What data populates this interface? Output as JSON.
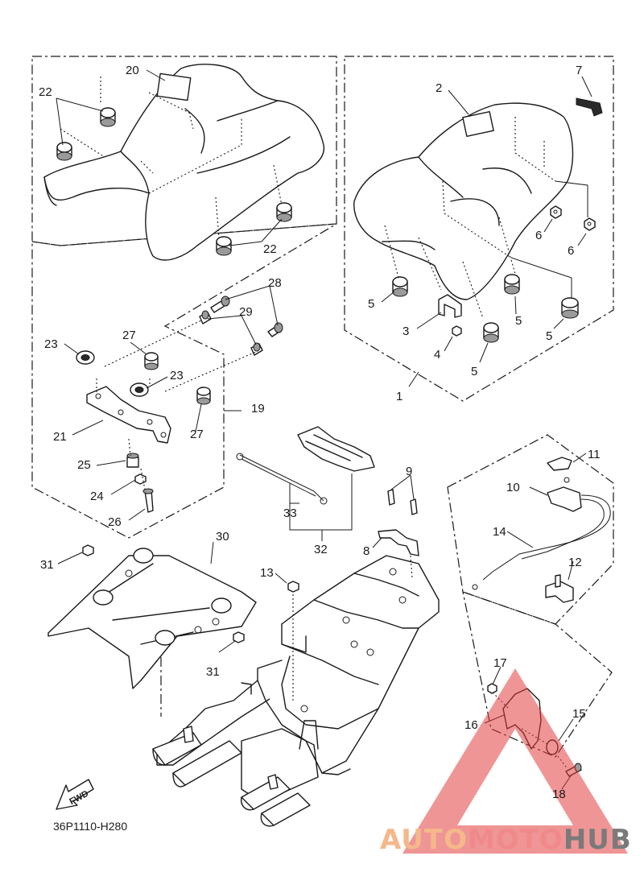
{
  "diagram": {
    "code": "36P1110-H280",
    "fwd_label": "FWD",
    "callouts": {
      "c1": "1",
      "c2": "2",
      "c3": "3",
      "c4": "4",
      "c5a": "5",
      "c5b": "5",
      "c5c": "5",
      "c5d": "5",
      "c6a": "6",
      "c6b": "6",
      "c7": "7",
      "c8": "8",
      "c9": "9",
      "c10": "10",
      "c11": "11",
      "c12": "12",
      "c13": "13",
      "c14": "14",
      "c15": "15",
      "c16": "16",
      "c17": "17",
      "c18": "18",
      "c19": "19",
      "c20": "20",
      "c21": "21",
      "c22a": "22",
      "c22b": "22",
      "c23a": "23",
      "c23b": "23",
      "c24": "24",
      "c25": "25",
      "c26": "26",
      "c27a": "27",
      "c27b": "27",
      "c28": "28",
      "c29": "29",
      "c30": "30",
      "c31a": "31",
      "c31b": "31",
      "c32": "32",
      "c33": "33"
    }
  },
  "watermark": {
    "part1": "AUTO",
    "part2": "MOTO",
    "part3": "HUB",
    "colors": {
      "auto": "#f5b88a",
      "moto": "#f08a8a",
      "hub": "#7a7a7a",
      "triangle": "#e23b3b"
    }
  }
}
